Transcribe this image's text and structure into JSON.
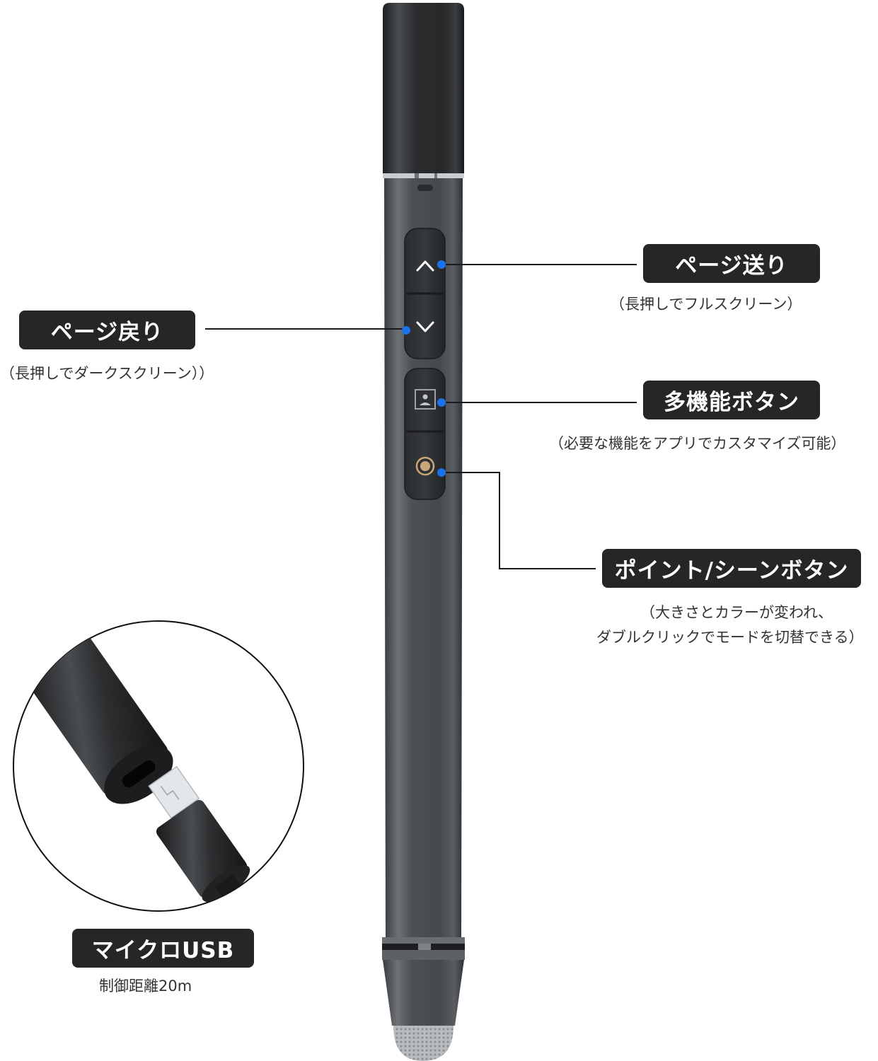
{
  "product": {
    "type": "presenter-stylus-pen",
    "buttons": [
      {
        "id": "up",
        "icon": "chevron-up-icon"
      },
      {
        "id": "down",
        "icon": "chevron-down-icon"
      },
      {
        "id": "multi",
        "icon": "person-screen-icon"
      },
      {
        "id": "pointer",
        "icon": "laser-pointer-icon"
      }
    ],
    "marker_color": "#1a73e8",
    "body_color": "#4a4e52",
    "cap_color": "#2b2d2f"
  },
  "annotations": {
    "page_forward": {
      "label": "ページ送り",
      "caption": "（長押しでフルスクリーン）"
    },
    "page_back": {
      "label": "ページ戻り",
      "caption": "（長押しでダークスクリーン））"
    },
    "multi_function": {
      "label": "多機能ボタン",
      "caption": "（必要な機能をアプリでカスタマイズ可能）"
    },
    "pointer_scene": {
      "label": "ポイント/シーンボタン",
      "caption_line1": "（大きさとカラーが変われ、",
      "caption_line2": "ダブルクリックでモードを切替できる）"
    },
    "micro_usb": {
      "label": "マイクロUSB",
      "caption": "制御距離20m"
    }
  }
}
